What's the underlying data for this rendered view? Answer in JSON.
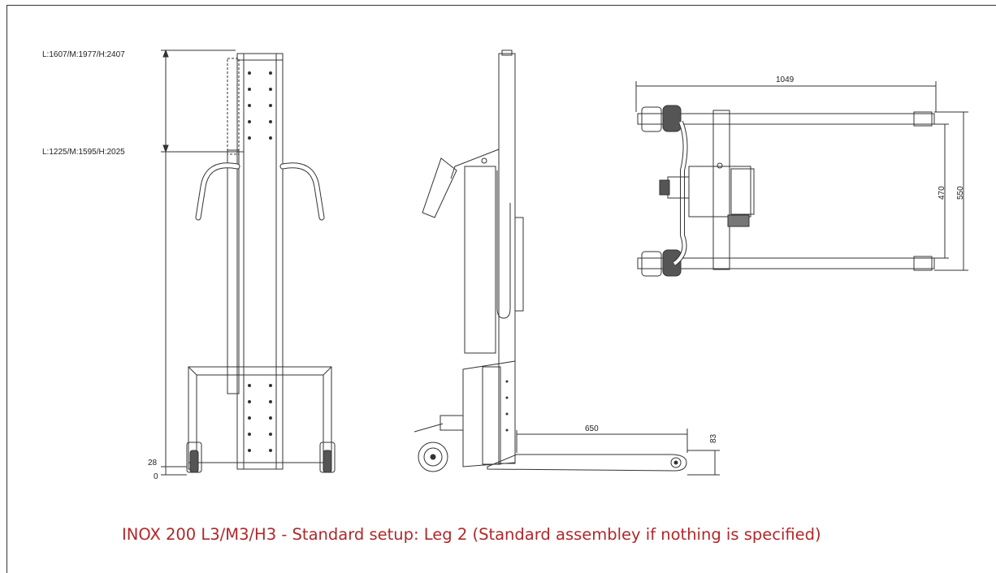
{
  "dimensions": {
    "top_height": "L:1607/M:1977/H:2407",
    "handle_height": "L:1225/M:1595/H:2025",
    "leg_height": "28",
    "ground": "0",
    "leg_length": "650",
    "leg_clearance": "83",
    "overall_length": "1049",
    "inner_width": "470",
    "outer_width": "550"
  },
  "caption": "INOX 200 L3/M3/H3 - Standard setup: Leg 2 (Standard assembley if nothing is specified)",
  "colors": {
    "line": "#333333",
    "caption": "#b0282a"
  }
}
